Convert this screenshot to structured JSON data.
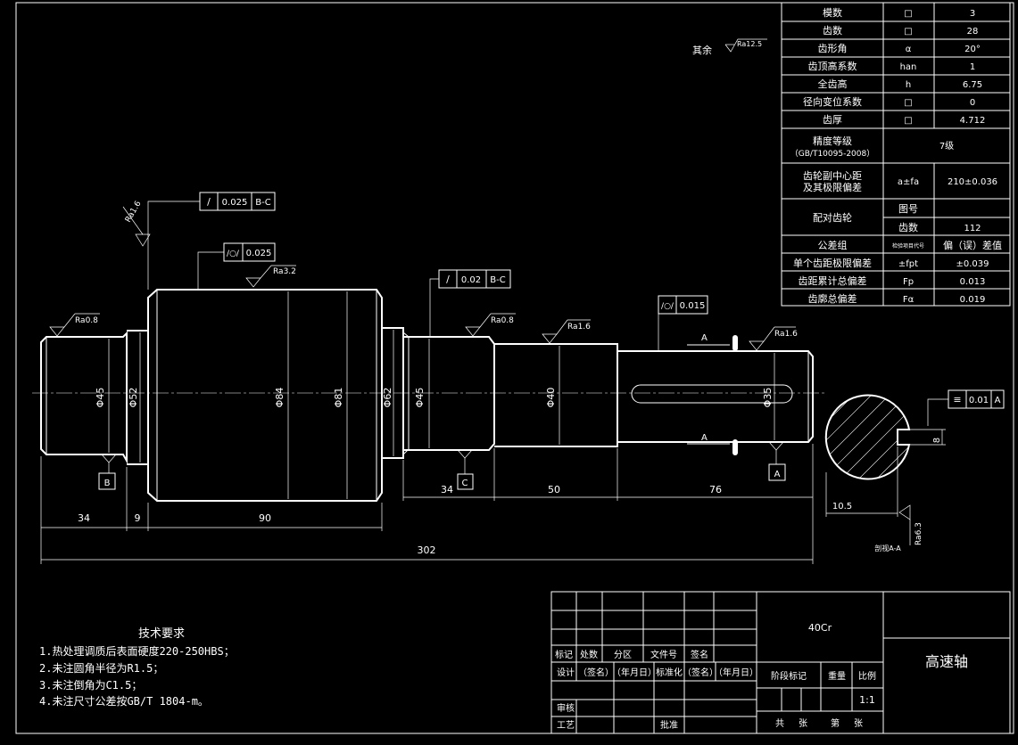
{
  "gear_params": [
    {
      "name": "模数",
      "symbol": "□",
      "value": "3"
    },
    {
      "name": "齿数",
      "symbol": "□",
      "value": "28"
    },
    {
      "name": "齿形角",
      "symbol": "α",
      "value": "20°"
    },
    {
      "name": "齿顶高系数",
      "symbol": "han",
      "value": "1"
    },
    {
      "name": "全齿高",
      "symbol": "h",
      "value": "6.75"
    },
    {
      "name": "径向变位系数",
      "symbol": "□",
      "value": "0"
    },
    {
      "name": "齿厚",
      "symbol": "□",
      "value": "4.712"
    }
  ],
  "precision": {
    "label": "精度等级",
    "standard": "（GB/T10095-2008）",
    "value": "7级"
  },
  "center_distance": {
    "label1": "齿轮副中心距",
    "label2": "及其极限偏差",
    "symbol": "a±fa",
    "value": "210±0.036"
  },
  "mating_gear": {
    "label": "配对齿轮",
    "row1": "图号",
    "row1_value": "",
    "row2": "齿数",
    "row2_value": "112"
  },
  "tolerance_group": {
    "label": "公差组",
    "symbol": "检验项目代号",
    "value": "偏（误）差值"
  },
  "deviations": [
    {
      "name": "单个齿距极限偏差",
      "symbol": "±fpt",
      "value": "±0.039"
    },
    {
      "name": "齿距累计总偏差",
      "symbol": "Fp",
      "value": "0.013"
    },
    {
      "name": "齿廓总偏差",
      "symbol": "Fα",
      "value": "0.019"
    }
  ],
  "other_roughness": {
    "label": "其余",
    "value": "Ra12.5"
  },
  "gdt": {
    "runout1": {
      "sym": "/",
      "tol": "0.025",
      "datum": "B-C"
    },
    "cyl": {
      "sym": "/○/",
      "tol": "0.025"
    },
    "runout2": {
      "sym": "/",
      "tol": "0.02",
      "datum": "B-C"
    },
    "cyl2": {
      "sym": "/○/",
      "tol": "0.015"
    },
    "sym": {
      "sym": "≡",
      "tol": "0.01",
      "datum": "A"
    }
  },
  "roughness": {
    "r1": "Ra1.6",
    "r2": "Ra3.2",
    "r3": "Ra0.8",
    "r4": "Ra0.8",
    "r5": "Ra1.6",
    "r6": "Ra1.6",
    "r7": "Ra6.3"
  },
  "diameters": {
    "d1": "Φ45",
    "d2": "Φ52",
    "d3": "Φ84",
    "d4": "Φ81",
    "d5": "Φ62",
    "d6": "Φ45",
    "d7": "Φ40",
    "d8": "Φ35"
  },
  "lengths": {
    "l1": "34",
    "l2": "9",
    "l3": "90",
    "l4": "34",
    "l5": "50",
    "l6": "76",
    "total": "302"
  },
  "datums": {
    "b": "B",
    "c": "C",
    "a": "A"
  },
  "section": {
    "label": "剖视A-A",
    "a_top": "A",
    "a_bot": "A",
    "key_width": "8",
    "depth": "10.5"
  },
  "tech_req": {
    "title": "技术要求",
    "items": [
      "1.热处理调质后表面硬度220-250HBS；",
      "2.未注圆角半径为R1.5；",
      "3.未注倒角为C1.5；",
      "4.未注尺寸公差按GB/T 1804-m。"
    ]
  },
  "title_block": {
    "material": "40Cr",
    "part_name": "高速轴",
    "h_mark": "标记",
    "h_count": "处数",
    "h_zone": "分区",
    "h_doc": "文件号",
    "h_sign": "签名",
    "design": "设计",
    "sign1": "（签名）",
    "date1": "（年月日）",
    "std": "标准化",
    "sign2": "（签名）",
    "date2": "（年月日）",
    "stage": "阶段标记",
    "weight": "重量",
    "scale_label": "比例",
    "scale": "1:1",
    "review": "审核",
    "craft": "工艺",
    "approve": "批准",
    "total": "共",
    "sheets": "张",
    "page": "第",
    "sheet": "张"
  }
}
